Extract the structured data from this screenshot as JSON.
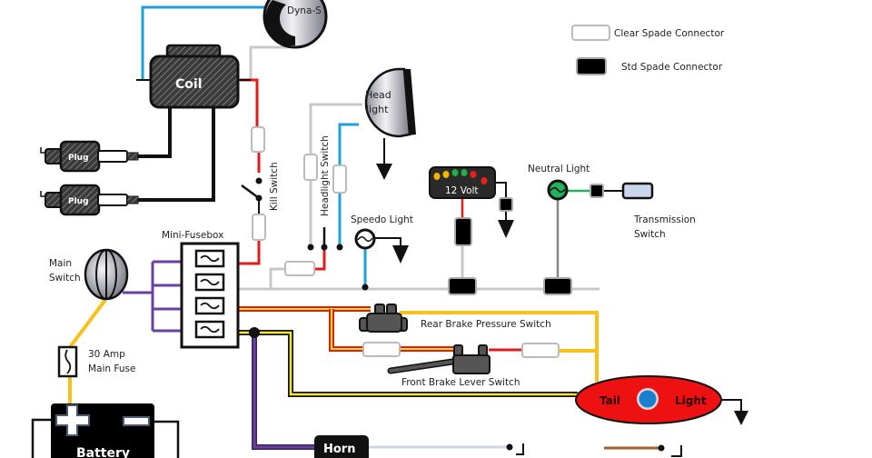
{
  "diagram": {
    "title": "Motorcycle Wiring Diagram",
    "legend": {
      "clear_spade": "Clear Spade Connector",
      "std_spade": "Std Spade Connector"
    },
    "components": {
      "dyna_s": "Dyna-S",
      "coil": "Coil",
      "plug_1": "Plug",
      "plug_2": "Plug",
      "headlight_line1": "Head",
      "headlight_line2": "light",
      "kill_switch": "Kill Switch",
      "headlight_switch": "Headlight Switch",
      "speedo_light": "Speedo Light",
      "indicator_panel": "12 Volt",
      "neutral_light": "Neutral Light",
      "transmission_switch_line1": "Transmission",
      "transmission_switch_line2": "Switch",
      "mini_fusebox": "Mini-Fusebox",
      "main_switch_line1": "Main",
      "main_switch_line2": "Switch",
      "main_fuse_line1": "30 Amp",
      "main_fuse_line2": "Main Fuse",
      "battery": "Battery",
      "battery_positive": "+",
      "battery_negative": "−",
      "rear_brake_switch": "Rear Brake Pressure Switch",
      "front_brake_switch": "Front Brake Lever  Switch",
      "tail_light_left": "Tail",
      "tail_light_right": "Light",
      "horn": "Horn"
    },
    "wire_colors": {
      "blue": "#1ea0d8",
      "red": "#e31b1b",
      "yellow": "#f7e71c",
      "orange_yellow": "#f6c21a",
      "purple": "#6b3fa0",
      "gray": "#c8c8c8",
      "black": "#111111",
      "green": "#23b25c",
      "brown": "#a0632a",
      "light_blue": "#c9d6e8"
    },
    "indicator_leds": [
      "#f4b400",
      "#f4b400",
      "#1fae4b",
      "#1fae4b",
      "#e62020",
      "#e62020"
    ]
  }
}
